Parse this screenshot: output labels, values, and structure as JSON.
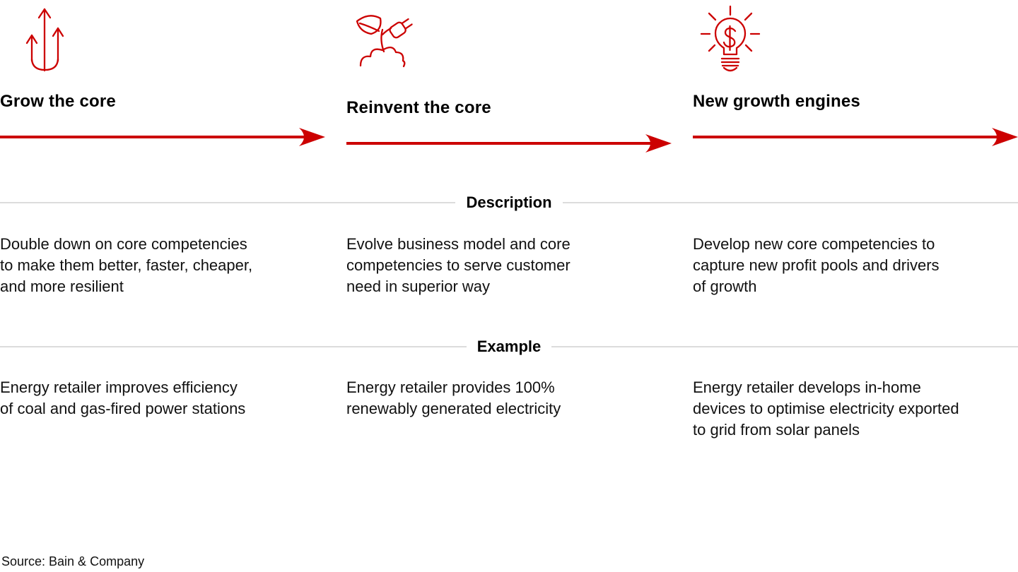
{
  "figure": {
    "accent_red": "#cc0000",
    "divider_gray": "#dcdcdc",
    "section_labels": {
      "description": "Description",
      "example": "Example"
    },
    "source": "Source: Bain & Company",
    "columns": [
      {
        "title": "Grow the core",
        "icon": "growth-arrows-icon",
        "description": "Double down on core competencies\nto make them better, faster, cheaper,\nand more resilient",
        "example": "Energy retailer improves efficiency\nof coal and gas-fired power stations"
      },
      {
        "title": "Reinvent the core",
        "icon": "sprout-plug-icon",
        "description": "Evolve business model and core\ncompetencies to serve customer\nneed in superior way",
        "example": "Energy retailer provides 100%\nrenewably generated electricity"
      },
      {
        "title": "New growth engines",
        "icon": "lightbulb-dollar-icon",
        "description": "Develop new core competencies to\ncapture new profit pools and drivers\nof growth",
        "example": "Energy retailer develops in-home\ndevices to optimise electricity exported\nto grid from solar panels"
      }
    ]
  }
}
